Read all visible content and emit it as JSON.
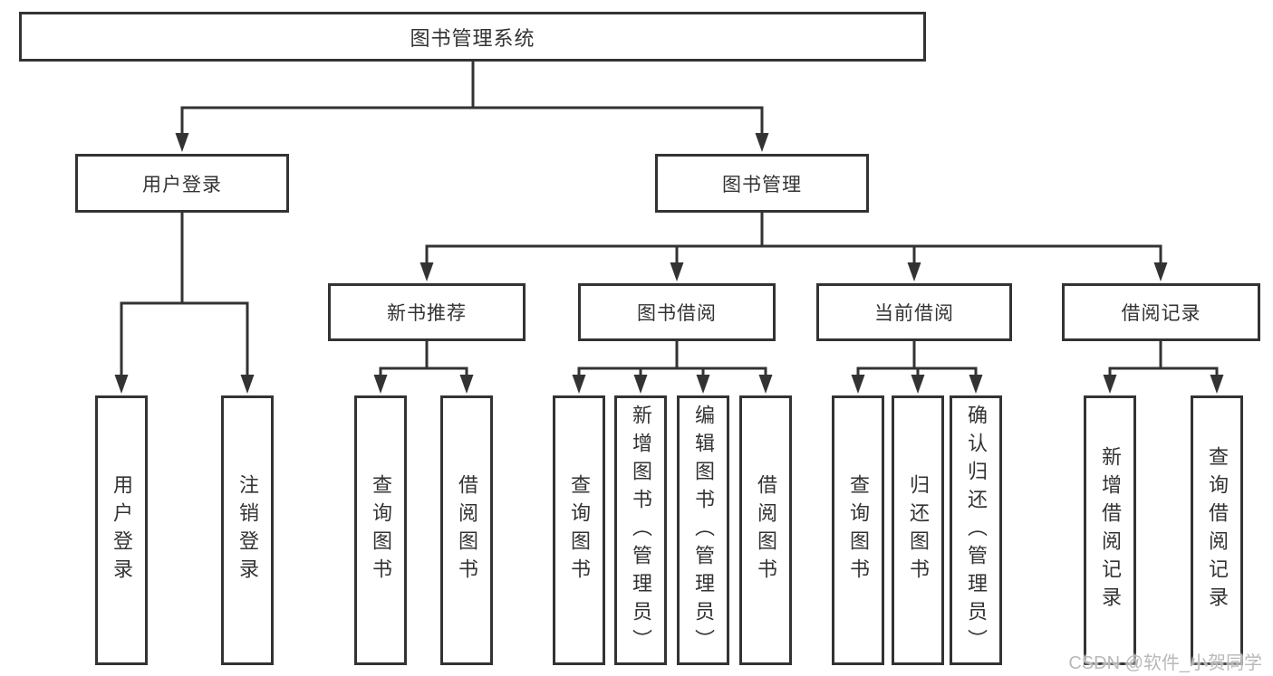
{
  "tree": {
    "label": "图书管理系统",
    "children": [
      {
        "label": "用户登录",
        "children": [
          {
            "label": "用户登录"
          },
          {
            "label": "注销登录"
          }
        ]
      },
      {
        "label": "图书管理",
        "children": [
          {
            "label": "新书推荐",
            "children": [
              {
                "label": "查询图书"
              },
              {
                "label": "借阅图书"
              }
            ]
          },
          {
            "label": "图书借阅",
            "children": [
              {
                "label": "查询图书"
              },
              {
                "label": "新增图书（管理员）"
              },
              {
                "label": "编辑图书（管理员）"
              },
              {
                "label": "借阅图书"
              }
            ]
          },
          {
            "label": "当前借阅",
            "children": [
              {
                "label": "查询图书"
              },
              {
                "label": "归还图书"
              },
              {
                "label": "确认归还（管理员）"
              }
            ]
          },
          {
            "label": "借阅记录",
            "children": [
              {
                "label": "新增借阅记录"
              },
              {
                "label": "查询借阅记录"
              }
            ]
          }
        ]
      }
    ]
  },
  "watermark": {
    "text": "CSDN @软件_小贺同学"
  },
  "colors": {
    "line": "#333333",
    "text": "#333333",
    "background": "#ffffff",
    "watermark": "#b9b9b9"
  }
}
